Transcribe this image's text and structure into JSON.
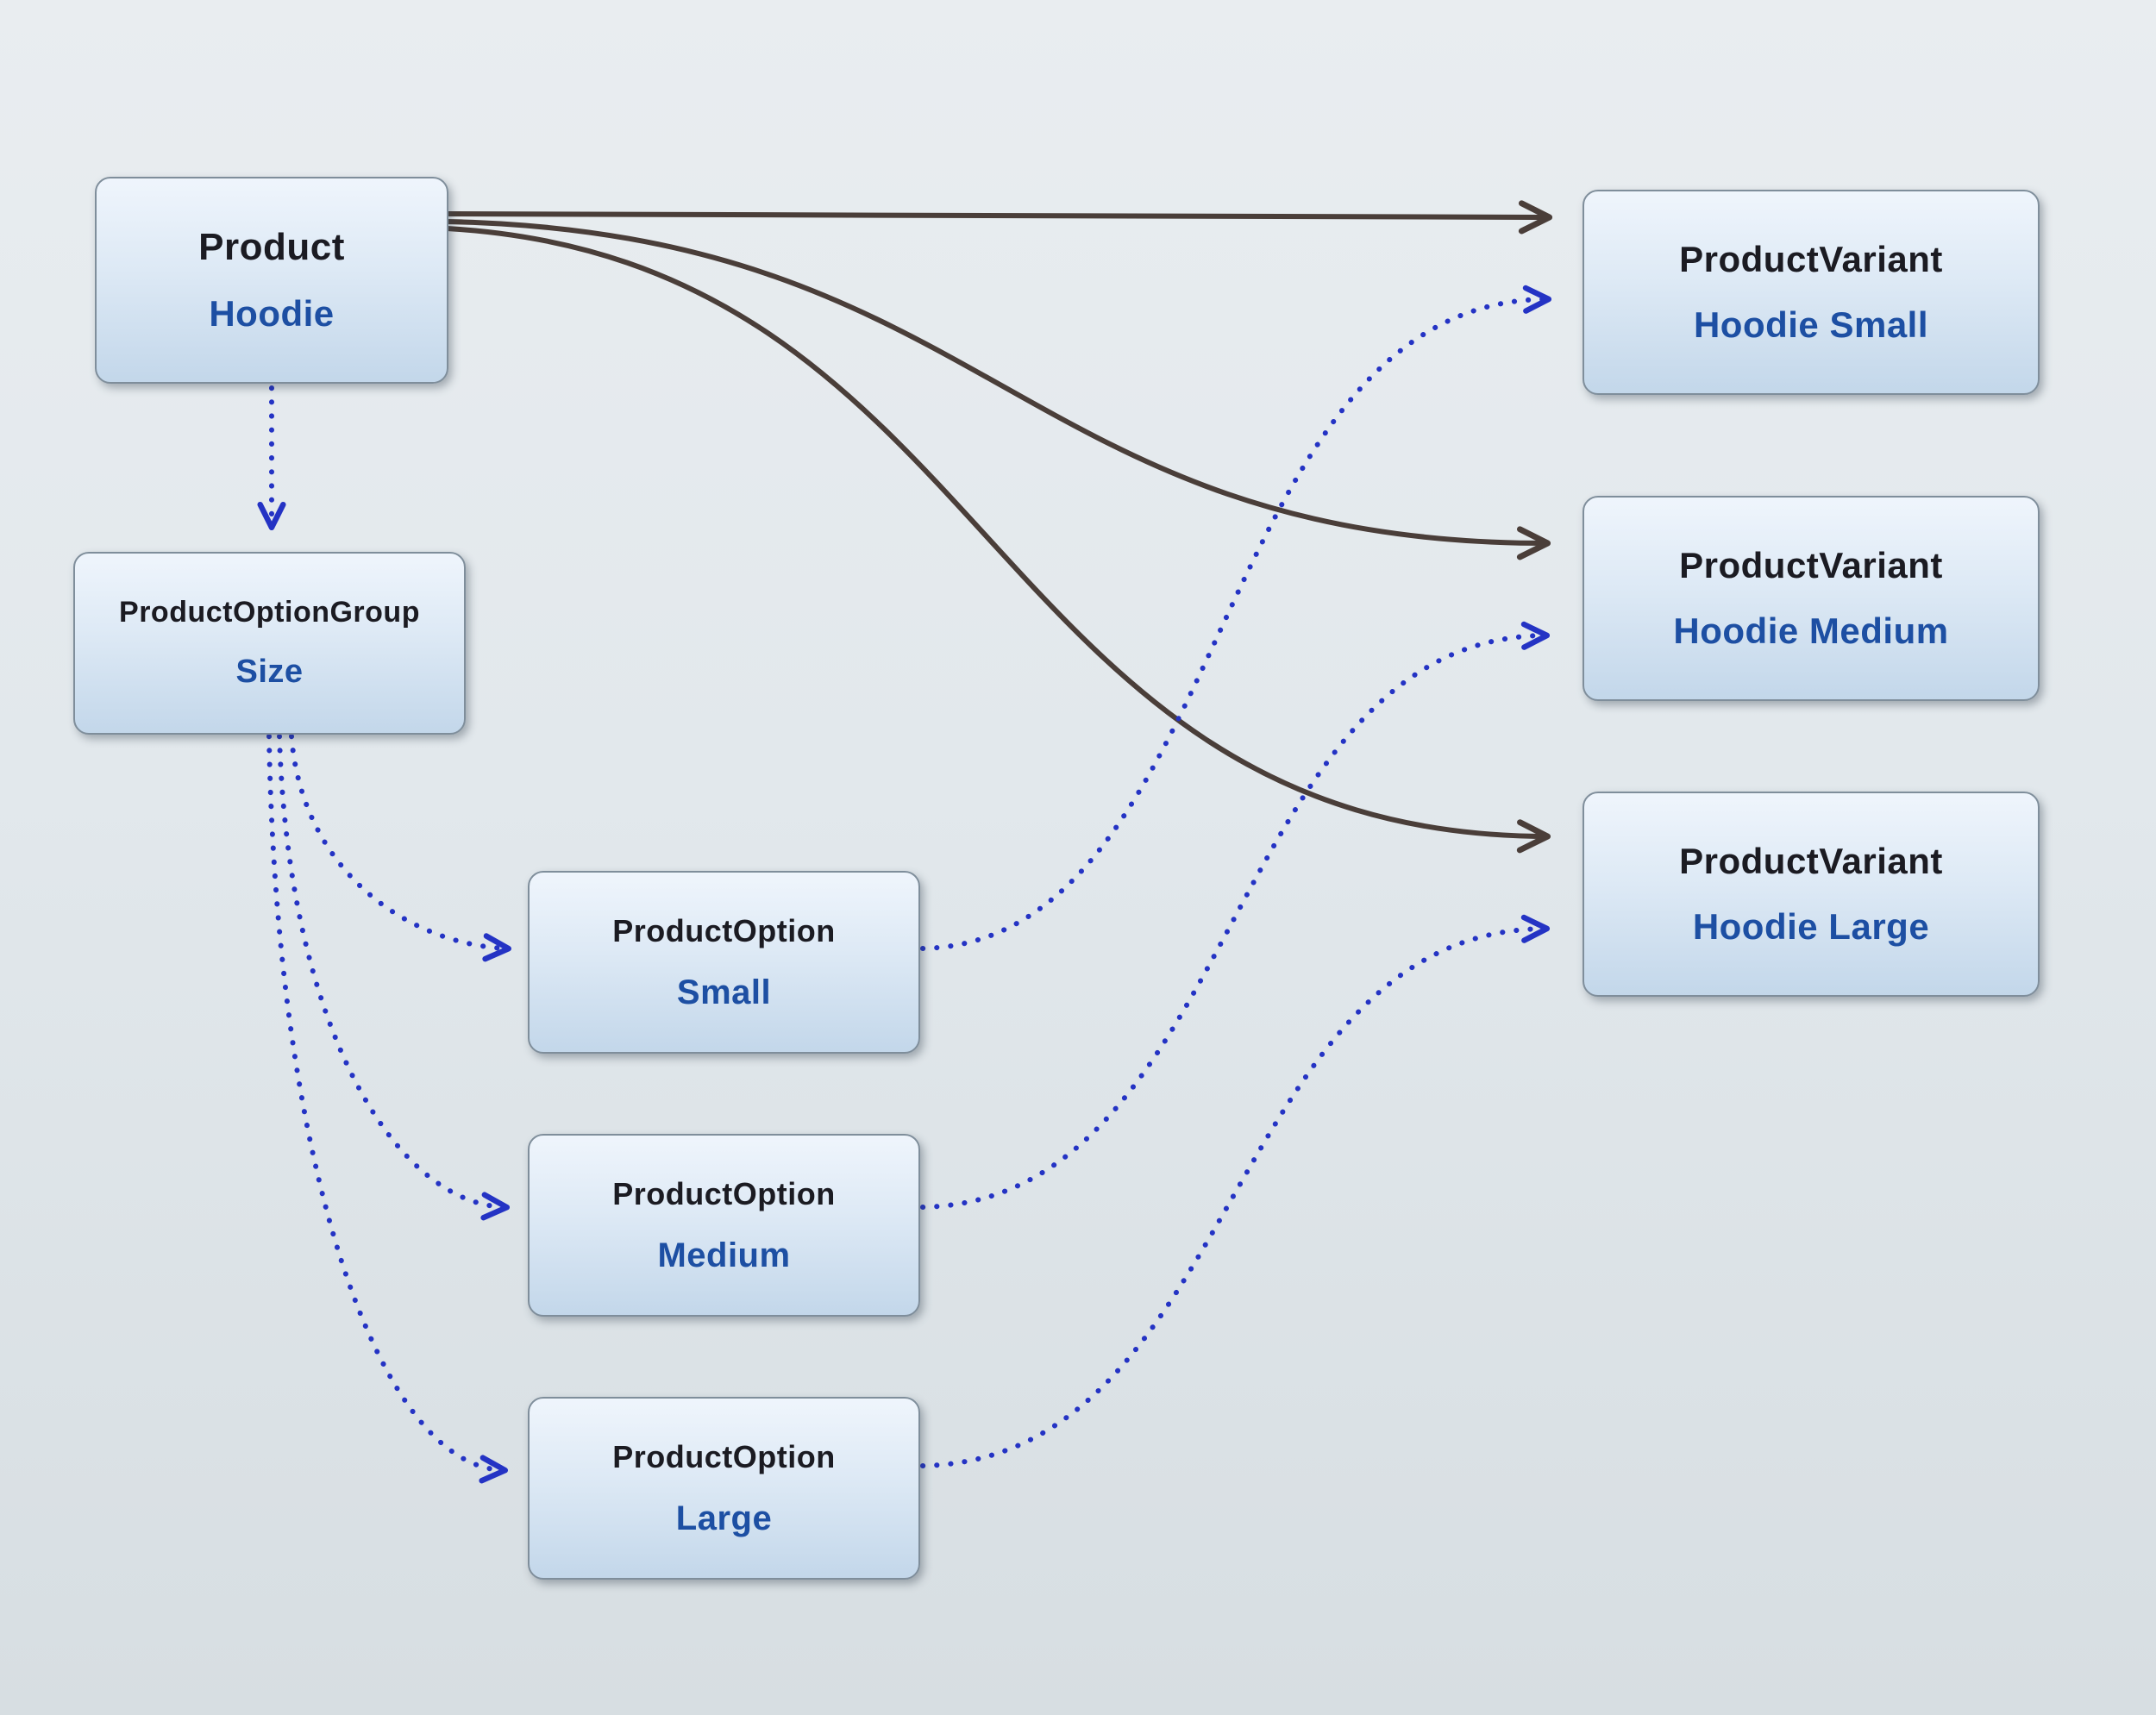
{
  "diagram": {
    "nodes": [
      {
        "id": "product",
        "title": "Product",
        "subtitle": "Hoodie"
      },
      {
        "id": "option-group",
        "title": "ProductOptionGroup",
        "subtitle": "Size"
      },
      {
        "id": "option-small",
        "title": "ProductOption",
        "subtitle": "Small"
      },
      {
        "id": "option-medium",
        "title": "ProductOption",
        "subtitle": "Medium"
      },
      {
        "id": "option-large",
        "title": "ProductOption",
        "subtitle": "Large"
      },
      {
        "id": "variant-small",
        "title": "ProductVariant",
        "subtitle": "Hoodie Small"
      },
      {
        "id": "variant-medium",
        "title": "ProductVariant",
        "subtitle": "Hoodie Medium"
      },
      {
        "id": "variant-large",
        "title": "ProductVariant",
        "subtitle": "Hoodie Large"
      }
    ],
    "edges": [
      {
        "from": "product",
        "to": "variant-small",
        "style": "solid"
      },
      {
        "from": "product",
        "to": "variant-medium",
        "style": "solid"
      },
      {
        "from": "product",
        "to": "variant-large",
        "style": "solid"
      },
      {
        "from": "product",
        "to": "option-group",
        "style": "dotted"
      },
      {
        "from": "option-group",
        "to": "option-small",
        "style": "dotted"
      },
      {
        "from": "option-group",
        "to": "option-medium",
        "style": "dotted"
      },
      {
        "from": "option-group",
        "to": "option-large",
        "style": "dotted"
      },
      {
        "from": "option-small",
        "to": "variant-small",
        "style": "dotted"
      },
      {
        "from": "option-medium",
        "to": "variant-medium",
        "style": "dotted"
      },
      {
        "from": "option-large",
        "to": "variant-large",
        "style": "dotted"
      }
    ],
    "colors": {
      "solid_edge": "#4a3e39",
      "dotted_edge": "#2433c4",
      "node_border": "#7f8e9b",
      "node_fill_top": "#eff5fc",
      "node_fill_bottom": "#c3d7ea",
      "title_text": "#1b1b22",
      "subtitle_text": "#1d4fa3",
      "background": "#e2e8ec"
    }
  }
}
